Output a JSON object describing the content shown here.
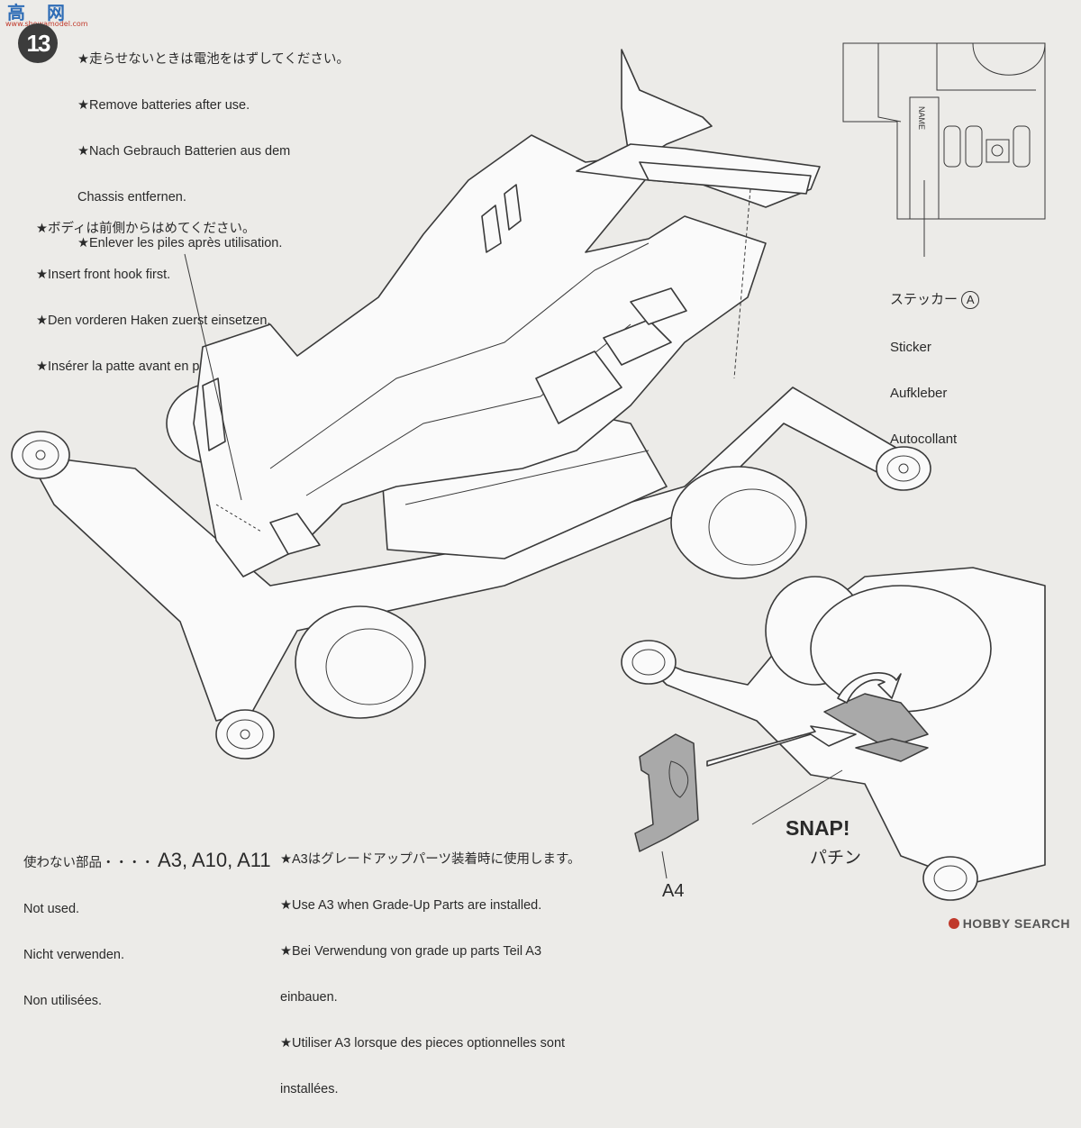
{
  "watermark_top": {
    "cn": "高",
    "cn2": "网",
    "url": "www.showamodel.com"
  },
  "watermark_bottom": "HOBBY SEARCH",
  "step": {
    "number": "13"
  },
  "notes": {
    "batteries": {
      "jp": "★走らせないときは電池をはずしてください。",
      "en": "★Remove batteries after use.",
      "de1": "★Nach Gebrauch Batterien aus dem",
      "de2": "Chassis entfernen.",
      "fr": "★Enlever les piles après utilisation."
    },
    "body": {
      "jp": "★ボディは前側からはめてください。",
      "en": "★Insert front hook first.",
      "de": "★Den vorderen Haken zuerst einsetzen.",
      "fr": "★Insérer la patte avant en premier."
    },
    "sticker": {
      "jp": "ステッカー",
      "letter": "A",
      "en": "Sticker",
      "de": "Aufkleber",
      "fr": "Autocollant",
      "name_text": "NAME"
    },
    "unused": {
      "jp": "使わない部品・・・・",
      "codes": "A3, A10, A11",
      "en": "Not used.",
      "de": "Nicht verwenden.",
      "fr": "Non utilisées."
    },
    "grade_up": {
      "jp": "★A3はグレードアップパーツ装着時に使用します。",
      "en": "★Use A3 when Grade-Up Parts are installed.",
      "de1": "★Bei Verwendung von grade up parts Teil A3",
      "de2": "einbauen.",
      "fr1": "★Utiliser A3 lorsque des pieces optionnelles sont",
      "fr2": "installées."
    },
    "snap": {
      "en": "SNAP!",
      "jp": "パチン"
    },
    "part_label": "A4"
  },
  "icons": [
    "car-body-illustration",
    "sticker-inset-illustration",
    "snap-detail-illustration",
    "part-a4-icon"
  ]
}
